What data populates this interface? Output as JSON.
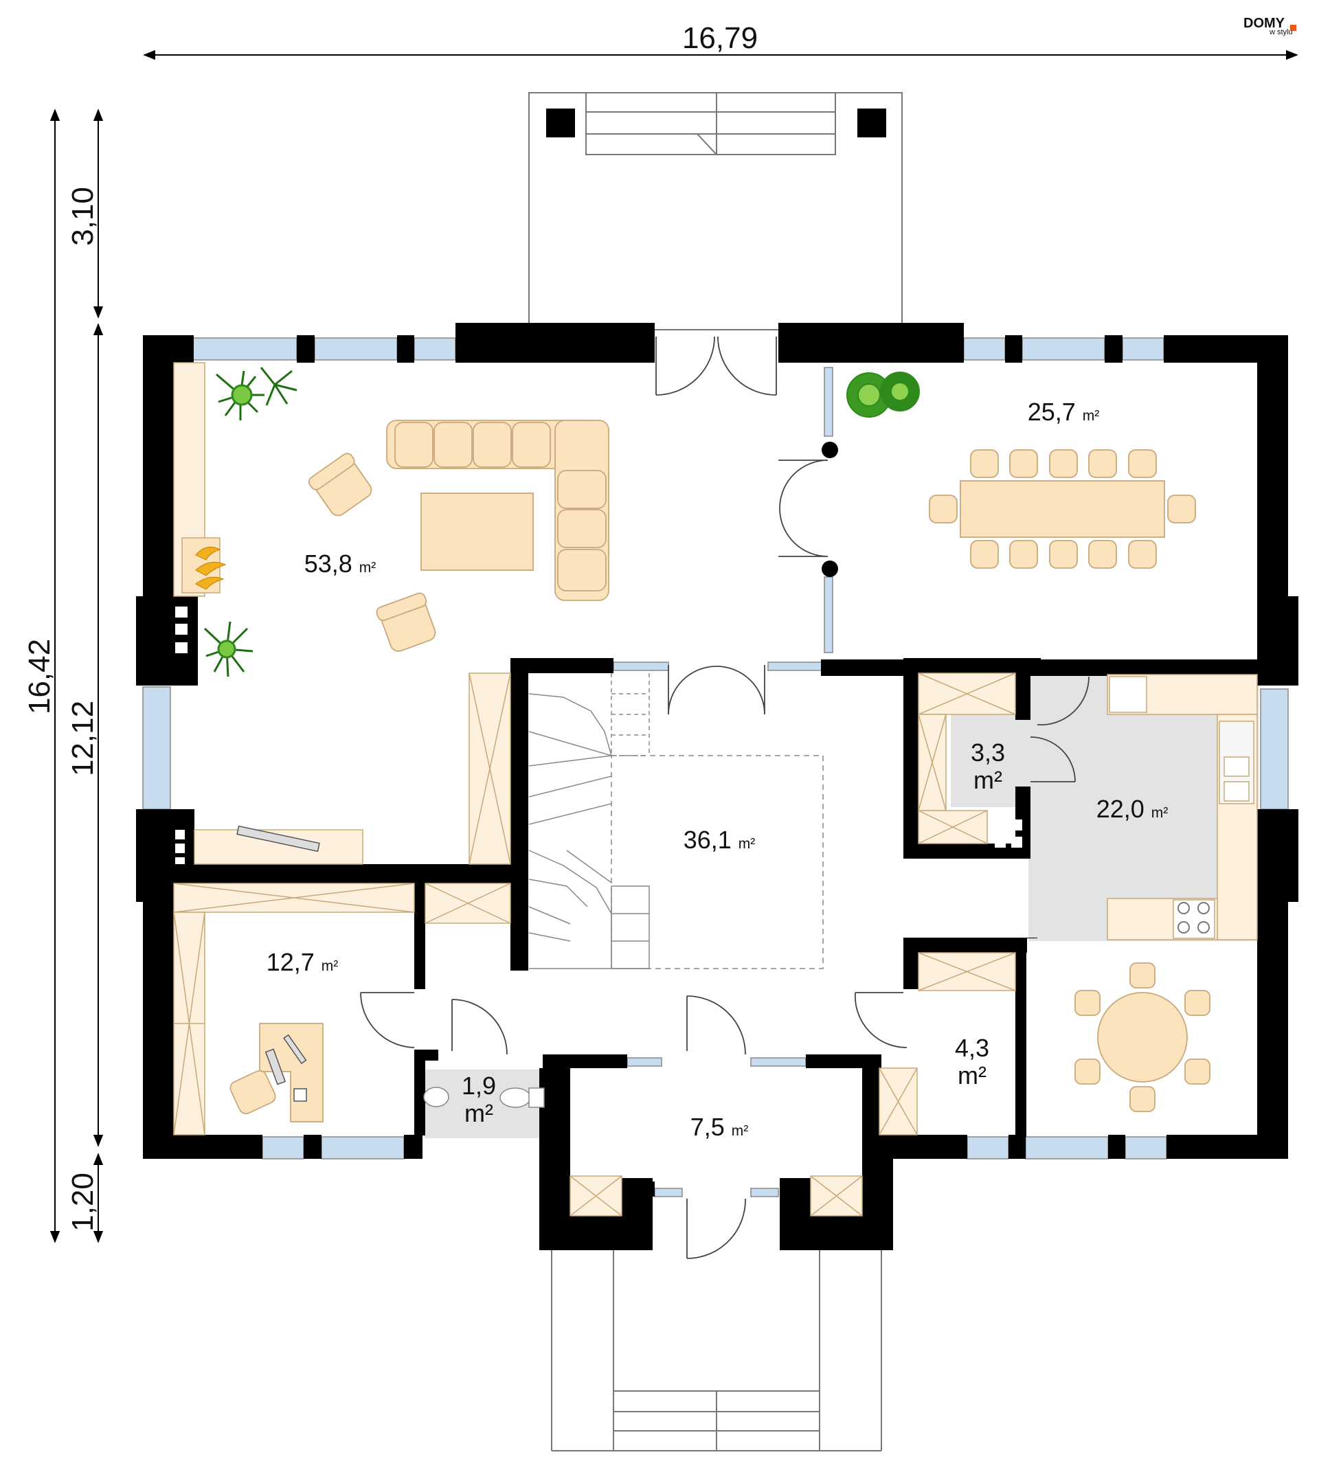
{
  "logo": {
    "brand": "DOMY",
    "sub": "w stylu"
  },
  "dimensions": {
    "total_width": "16,79",
    "total_depth": "16,42",
    "upper_terrace": "3,10",
    "house_depth": "12,12",
    "lower_porch": "1,20"
  },
  "rooms": [
    {
      "area": "53,8",
      "unit": "m²"
    },
    {
      "area": "25,7",
      "unit": "m²"
    },
    {
      "area": "36,1",
      "unit": "m²"
    },
    {
      "area": "3,3",
      "unit": "m²"
    },
    {
      "area": "22,0",
      "unit": "m²"
    },
    {
      "area": "12,7",
      "unit": "m²"
    },
    {
      "area": "1,9",
      "unit": "m²"
    },
    {
      "area": "7,5",
      "unit": "m²"
    },
    {
      "area": "4,3",
      "unit": "m²"
    }
  ],
  "colors": {
    "wall": "#000000",
    "furniture": "#fbe3bd",
    "furniture_stroke": "#c9a87a",
    "fixture_fill": "#fdf0dc",
    "tile_floor": "#e3e3e3",
    "window_glass": "#c7dcef",
    "plant": "#2f8a1c",
    "fire": "#f2b01e"
  }
}
